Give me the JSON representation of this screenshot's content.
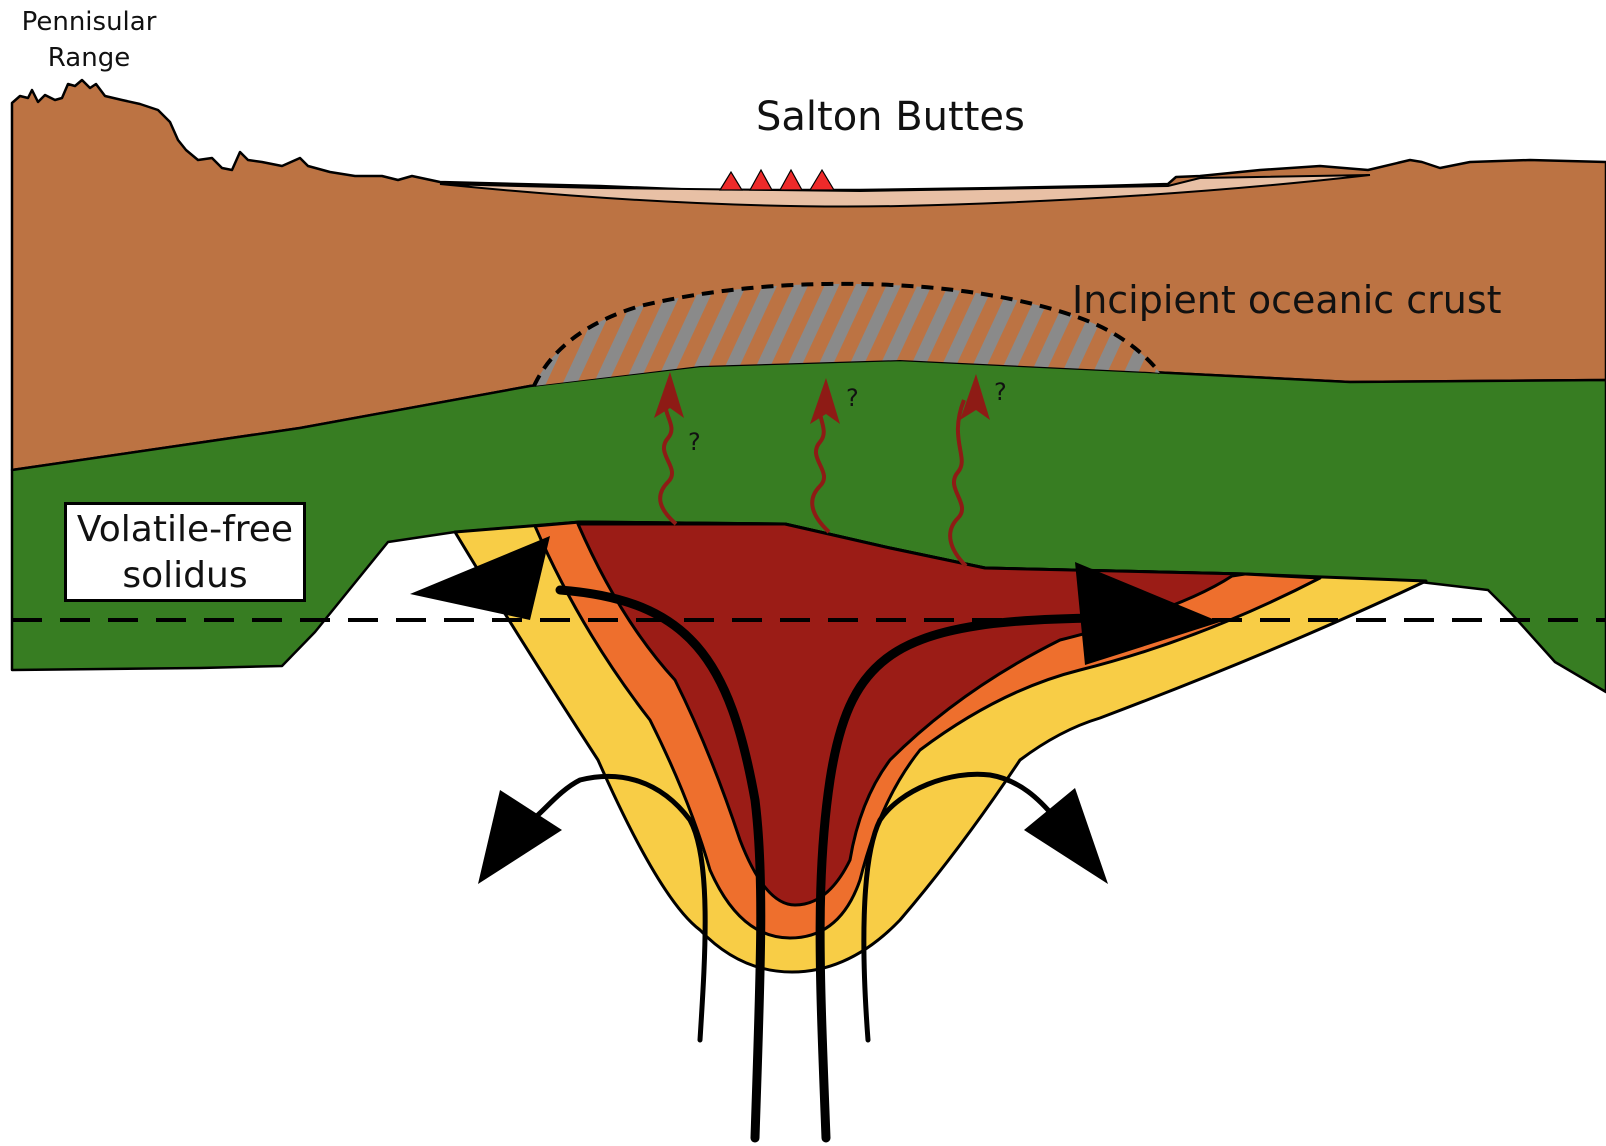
{
  "labels": {
    "range_line1": "Pennisular",
    "range_line2": "Range",
    "buttes": "Salton Buttes",
    "crust": "Incipient oceanic crust",
    "solidus_line1": "Volatile-free",
    "solidus_line2": "solidus",
    "question": "?"
  },
  "colors": {
    "crust_brown": "#bc7343",
    "mantle_green": "#377d22",
    "melt_dark_red": "#9b1c16",
    "melt_orange": "#ee6f2d",
    "melt_yellow": "#f8cd46",
    "sediment": "#e8c0a5",
    "volcano_red": "#ee2a2a",
    "hatch_grey": "#8a8a8a"
  },
  "icons": [
    "volcano-icon",
    "heat-arrow-icon",
    "flow-arrow-icon"
  ]
}
